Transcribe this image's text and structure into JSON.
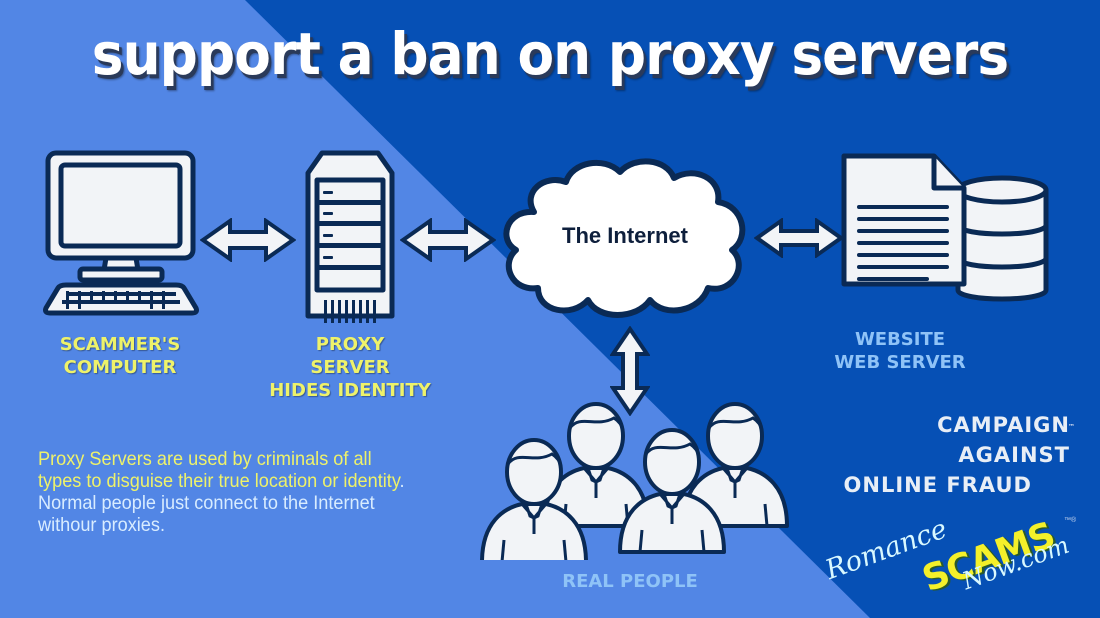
{
  "title": "support a ban on proxy servers",
  "colors": {
    "background_dark": "#0650b5",
    "background_light": "#5286e5",
    "icon_fill": "#f2f4f7",
    "icon_outline": "#0a2a55",
    "label_yellow": "#eef26a",
    "label_light_blue": "#8fc3f7"
  },
  "nodes": {
    "scammer_computer": {
      "icon": "desktop-computer-icon",
      "label_line1": "SCAMMER'S",
      "label_line2": "COMPUTER"
    },
    "proxy_server": {
      "icon": "server-tower-icon",
      "label_line1": "PROXY",
      "label_line2": "SERVER",
      "label_line3": "HIDES IDENTITY"
    },
    "internet": {
      "icon": "cloud-icon",
      "label": "The Internet"
    },
    "website": {
      "icon": "document-database-icon",
      "label_line1": "WEBSITE",
      "label_line2": "WEB SERVER"
    },
    "real_people": {
      "icon": "people-group-icon",
      "label": "REAL PEOPLE"
    }
  },
  "connections": [
    {
      "from": "scammer_computer",
      "to": "proxy_server",
      "icon": "double-arrow-horizontal-icon"
    },
    {
      "from": "proxy_server",
      "to": "internet",
      "icon": "double-arrow-horizontal-icon"
    },
    {
      "from": "internet",
      "to": "website",
      "icon": "double-arrow-horizontal-icon"
    },
    {
      "from": "internet",
      "to": "real_people",
      "icon": "double-arrow-vertical-icon"
    }
  ],
  "description": {
    "highlight": "Proxy Servers are used by criminals of all types to disguise their true location or identity",
    "rest": ". Normal people just connect to the Internet withour proxies."
  },
  "campaign": {
    "line1": "CAMPAIGN AGAINST",
    "line2": "ONLINE FRAUD",
    "tm": "™"
  },
  "logo": {
    "part1": "Romance",
    "part2": "SCAMS",
    "part3": "Now.com",
    "tm": "™®"
  }
}
